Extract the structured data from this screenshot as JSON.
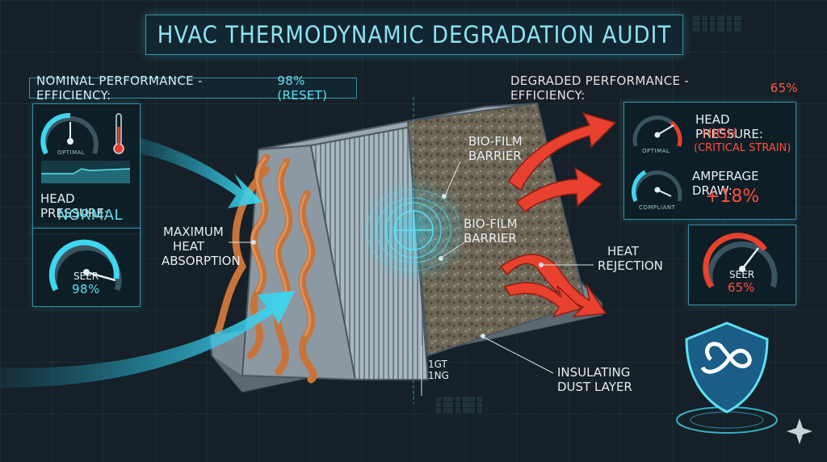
{
  "title": "HVAC THERMODYNAMIC DEGRADATION AUDIT",
  "left_header": {
    "label": "NOMINAL PERFORMANCE - EFFICIENCY:",
    "value": "98% (RESET)"
  },
  "right_header": {
    "label": "DEGRADED PERFORMANCE - EFFICIENCY:",
    "value": "65%"
  },
  "left_panel": {
    "gauge_label": "OPTIMAL",
    "head_pressure_label": "HEAD PRESSURE:",
    "head_pressure_value": "NORMAL",
    "seer_label": "SEER",
    "seer_value": "98%"
  },
  "right_panel": {
    "gauge1_label": "OPTIMAL",
    "gauge2_label": "COMPLIANT",
    "head_pressure_label": "HEAD PRESSURE:",
    "head_pressure_value": "HIGH",
    "head_pressure_note": "(CRITICAL STRAIN)",
    "amperage_label": "AMPERAGE DRAW:",
    "amperage_value": "+18%",
    "seer_label": "SEER",
    "seer_value": "65%"
  },
  "callouts": {
    "max_heat_1": "MAXIMUM",
    "max_heat_2": "HEAT",
    "max_heat_3": "ABSORPTION",
    "biofilm_top_1": "BIO-FILM",
    "biofilm_top_2": "BARRIER",
    "biofilm_mid_1": "BIO-FILM",
    "biofilm_mid_2": "BARRIER",
    "heat_rej_1": "HEAT",
    "heat_rej_2": "REJECTION",
    "dust_1": "INSULATING",
    "dust_2": "DUST LAYER",
    "dim_1": "1GT",
    "dim_2": "1NG"
  },
  "colors": {
    "accent": "#5fe0f2",
    "alert": "#ff4f3f",
    "background": "#152028",
    "copper": "#c8733a"
  },
  "icons": [
    "thermometer-icon",
    "shield-logo-icon",
    "sparkle-icon"
  ]
}
